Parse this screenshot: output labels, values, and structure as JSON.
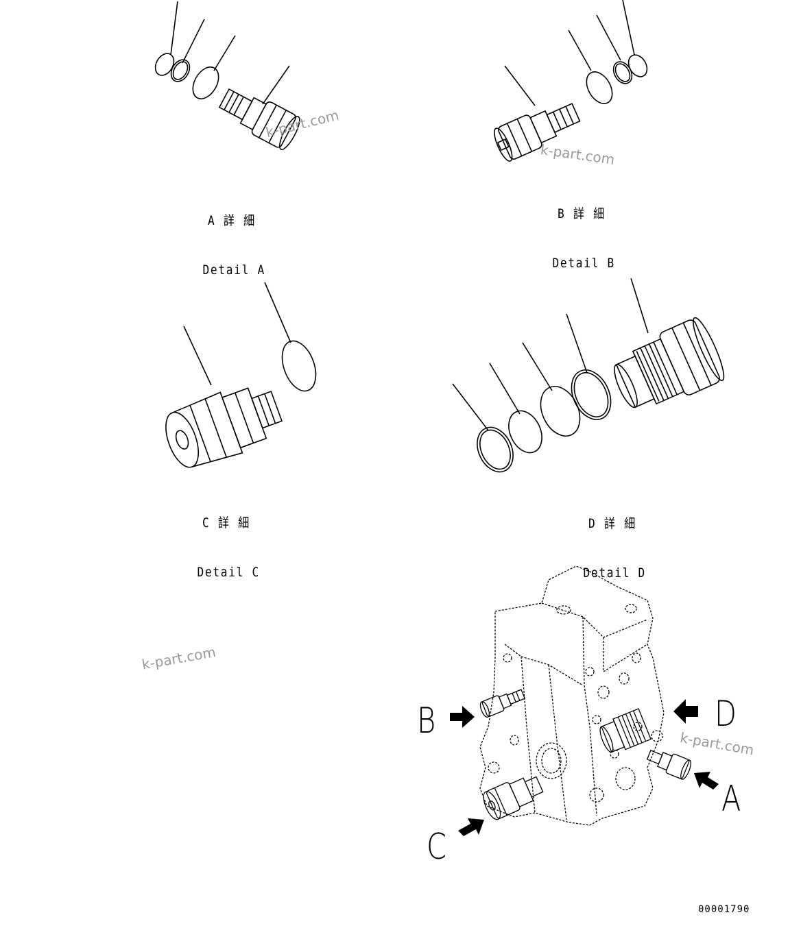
{
  "details": [
    {
      "id": "A",
      "label_jp": "A 詳 細",
      "label_en": "Detail A"
    },
    {
      "id": "B",
      "label_jp": "B 詳 細",
      "label_en": "Detail B"
    },
    {
      "id": "C",
      "label_jp": "C 詳 細",
      "label_en": "Detail C"
    },
    {
      "id": "D",
      "label_jp": "D 詳 細",
      "label_en": "Detail D"
    }
  ],
  "callouts": {
    "A": "A",
    "B": "B",
    "C": "C",
    "D": "D"
  },
  "watermark": "k-part.com",
  "drawing_number": "00001790"
}
